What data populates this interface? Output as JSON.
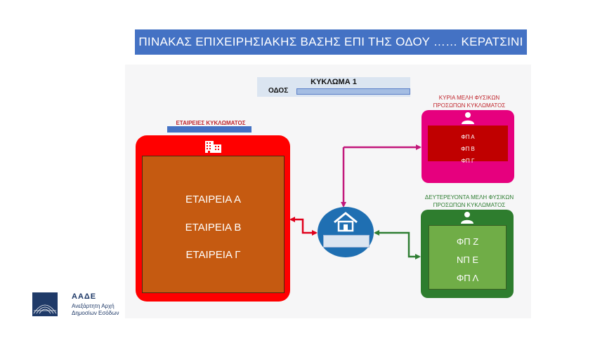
{
  "title": "ΠΙΝΑΚΑΣ ΕΠΙΧΕΙΡΗΣΙΑΚΗΣ ΒΑΣΗΣ ΕΠΙ ΤΗΣ ΟΔΟΥ …… ΚΕΡΑΤΣΙΝΙ",
  "circuit": {
    "title": "ΚΥΚΛΩΜΑ 1",
    "road_label": "ΟΔΟΣ"
  },
  "companies": {
    "label": "ΕΤΑΙΡΕΙΕΣ ΚΥΚΛΩΜΑΤΟΣ",
    "items": [
      "ΕΤΑΙΡΕΙΑ Α",
      "ΕΤΑΙΡΕΙΑ Β",
      "ΕΤΑΙΡΕΙΑ Γ"
    ]
  },
  "primary": {
    "label_line1": "ΚΥΡΙΑ ΜΕΛΗ ΦΥΣΙΚΩΝ",
    "label_line2": "ΠΡΟΣΩΠΩΝ ΚΥΚΛΩΜΑΤΟΣ",
    "items": [
      "ΦΠ Α",
      "ΦΠ Β",
      "ΦΠ Γ"
    ]
  },
  "secondary": {
    "label_line1": "ΔΕΥΤΕΡΕΥΟΝΤΑ ΜΕΛΗ ΦΥΣΙΚΩΝ",
    "label_line2": "ΠΡΟΣΩΠΩΝ ΚΥΚΛΩΜΑΤΟΣ",
    "items": [
      "ΦΠ Ζ",
      "ΝΠ Ε",
      "ΦΠ Λ"
    ]
  },
  "logo": {
    "name": "ΑΑΔΕ",
    "sub_line1": "Ανεξάρτητη Αρχή",
    "sub_line2": "Δημοσίων Εσόδων"
  },
  "colors": {
    "title_bar": "#4472c4",
    "companies_outer": "#ff0000",
    "companies_inner": "#c55a11",
    "primary_outer": "#e6007e",
    "primary_inner": "#c00000",
    "secondary_outer": "#2e7d2e",
    "secondary_inner": "#70ad47",
    "hub": "#1f6fb2",
    "arrow_magenta": "#c2187b",
    "arrow_red": "#e0001b",
    "arrow_green": "#2e7d32"
  },
  "icons": [
    "building-icon",
    "person-icon",
    "house-icon",
    "aade-logo-icon"
  ]
}
